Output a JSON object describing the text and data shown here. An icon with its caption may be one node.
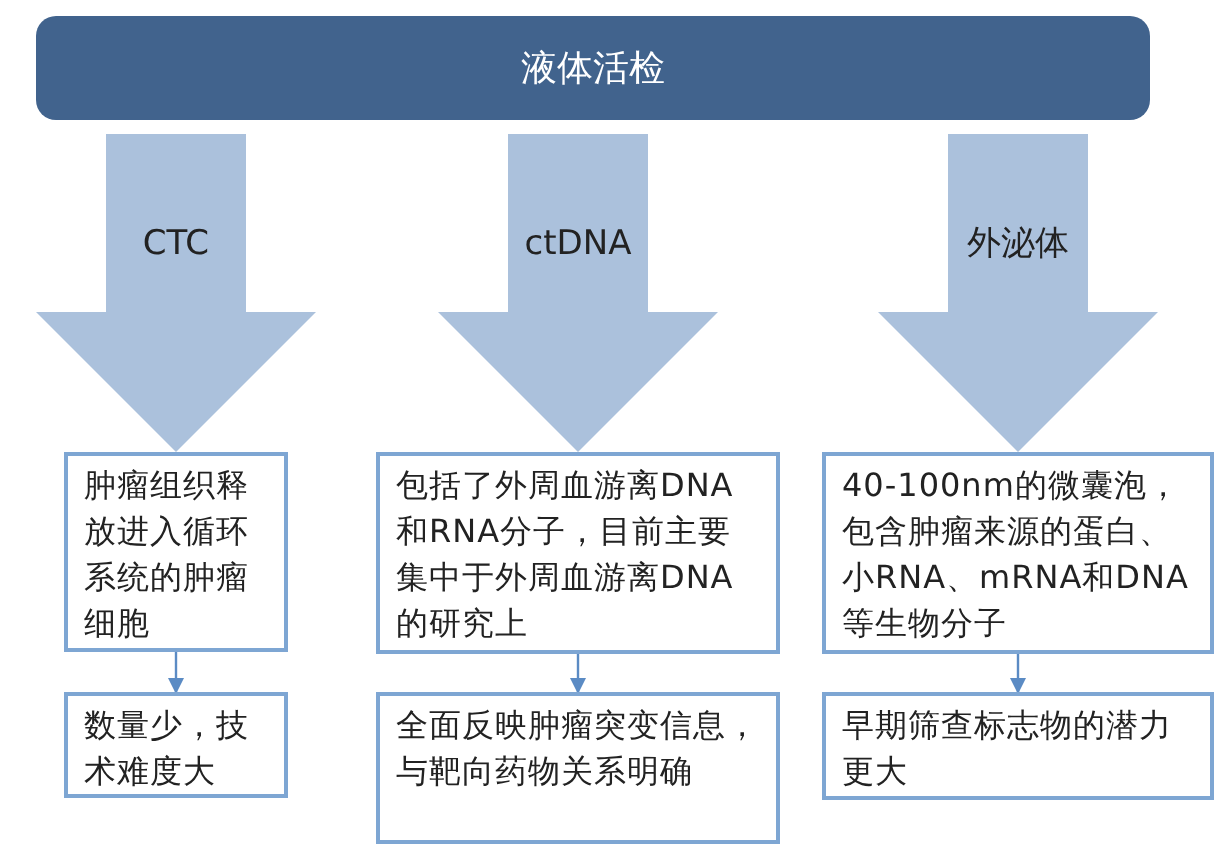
{
  "diagram": {
    "nodes": [
      {
        "text": [
          "液体活检"
        ]
      },
      {
        "text": [
          "肿瘤组织释放进入循环系统的肿瘤细胞"
        ]
      },
      {
        "text": [
          "数量少，技术难度大"
        ]
      },
      {
        "text": [
          "包括了外周血游离DNA和RNA分子，目前主要集中于外周血游离DNA的研究上"
        ]
      },
      {
        "text": [
          "全面反映肿瘤突变信息，与靶向药物关系明确"
        ]
      },
      {
        "text": [
          "40-100nm的微囊泡，包含肿瘤来源的蛋白、小RNA、mRNA和DNA等生物分子"
        ]
      },
      {
        "text": [
          "早期筛查标志物的潜力更大"
        ]
      }
    ],
    "edges": [
      {
        "from": 0,
        "to": 1,
        "arrow": "to",
        "label": "CTC",
        "style": "thick",
        "color": "#abc1dc"
      },
      {
        "from": 0,
        "to": 3,
        "arrow": "to",
        "label": "ctDNA",
        "style": "thick",
        "color": "#abc1dc"
      },
      {
        "from": 0,
        "to": 5,
        "arrow": "to",
        "label": "外泌体",
        "style": "thick",
        "color": "#abc1dc"
      },
      {
        "from": 1,
        "to": 2,
        "arrow": "to"
      },
      {
        "from": 3,
        "to": 4,
        "arrow": "to"
      },
      {
        "from": 5,
        "to": 6,
        "arrow": "to"
      }
    ]
  }
}
